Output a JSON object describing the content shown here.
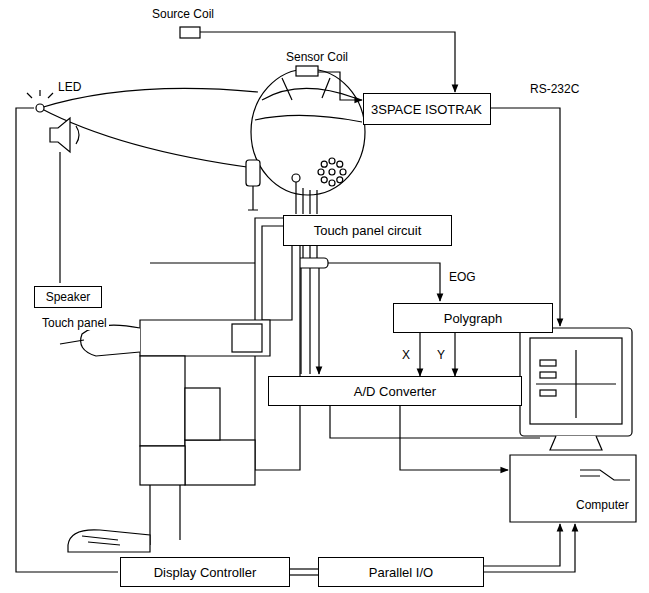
{
  "diagram": {
    "nodes": [
      {
        "text": [
          "3SPACE ISOTRAK"
        ]
      },
      {
        "text": [
          "Touch panel circuit"
        ]
      },
      {
        "text": [
          "Speaker"
        ]
      },
      {
        "text": [
          "Polygraph"
        ]
      },
      {
        "text": [
          "A/D Converter"
        ]
      },
      {
        "text": [
          "Display Controller"
        ]
      },
      {
        "text": [
          "Parallel I/O"
        ]
      }
    ],
    "edges": [
      {
        "from": 3,
        "to": 4,
        "label": "X",
        "arrow": "to"
      },
      {
        "from": 3,
        "to": 4,
        "label": "Y",
        "arrow": "to"
      },
      {
        "from": 5,
        "to": 6,
        "arrow": "none"
      }
    ],
    "labels": [
      "Source Coil",
      "Sensor Coil",
      "LED",
      "Touch panel",
      "RS-232C",
      "EOG",
      "Computer"
    ]
  }
}
